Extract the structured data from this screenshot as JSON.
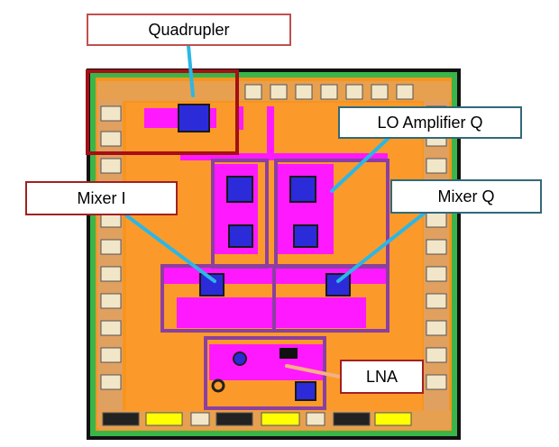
{
  "labels": {
    "quadrupler": "Quadrupler",
    "lo_amplifier_q": "LO Amplifier Q",
    "mixer_i": "Mixer I",
    "mixer_q": "Mixer Q",
    "lna": "LNA"
  },
  "colors": {
    "background": "#ffffff",
    "die_fill": "#f7941d",
    "metal_magenta": "#ff19ff",
    "blue_block": "#2b2bd9",
    "seal_ring_green": "#39b54a",
    "outer_frame": "#000000",
    "block_outline_purple": "#8b3fa0",
    "highlight_red": "#a50f15",
    "arrow_cyan": "#2bb7e6",
    "arrow_peach": "#f4b183",
    "pad_yellow": "#ffff00"
  }
}
